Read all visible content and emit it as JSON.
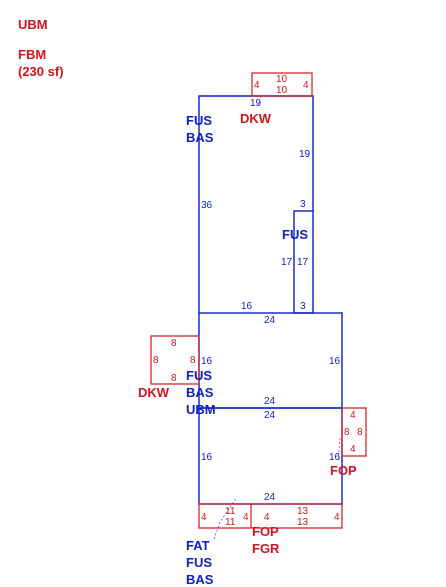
{
  "legend": {
    "ubm": "UBM",
    "fbm_line1": "FBM",
    "fbm_line2": "(230 sf)"
  },
  "colors": {
    "main": "#0b1fc7",
    "accessory": "#d4141c"
  },
  "areas": {
    "upper_main": {
      "line1": "FUS",
      "line2": "BAS"
    },
    "narrow": {
      "line1": "FUS"
    },
    "middle": {
      "line1": "FUS",
      "line2": "BAS",
      "line3": "UBM"
    },
    "garage": {
      "line1": "FAT",
      "line2": "FUS",
      "line3": "BAS"
    }
  },
  "attachments": {
    "dkw_top": "DKW",
    "dkw_left": "DKW",
    "fop_right": "FOP",
    "fop_bottom": "FOP",
    "fgr_bottom": "FGR"
  },
  "dimensions": {
    "upper_19_top": "19",
    "upper_19_right": "19",
    "upper_36": "36",
    "upper_16": "16",
    "narrow_3_top": "3",
    "narrow_3_bottom": "3",
    "narrow_17_left": "17",
    "narrow_17_right": "17",
    "middle_24_top": "24",
    "middle_16_left": "16",
    "middle_16_right": "16",
    "middle_24_bottom": "24",
    "garage_24_top": "24",
    "garage_16_left": "16",
    "garage_16_right": "16",
    "garage_24_bottom": "24",
    "dkw_top_10_a": "10",
    "dkw_top_10_b": "10",
    "dkw_top_4_l": "4",
    "dkw_top_4_r": "4",
    "dkw_left_8_t": "8",
    "dkw_left_8_b": "8",
    "dkw_left_8_l": "8",
    "dkw_left_8_r": "8",
    "fop_right_4_t": "4",
    "fop_right_4_b": "4",
    "fop_right_8_l": "8",
    "fop_right_8_r": "8",
    "fop_bottom_4_l": "4",
    "fop_bottom_4_r": "4",
    "fop_bottom_11_a": "11",
    "fop_bottom_11_b": "11",
    "fgr_4_l": "4",
    "fgr_4_r": "4",
    "fgr_13_a": "13",
    "fgr_13_b": "13"
  }
}
